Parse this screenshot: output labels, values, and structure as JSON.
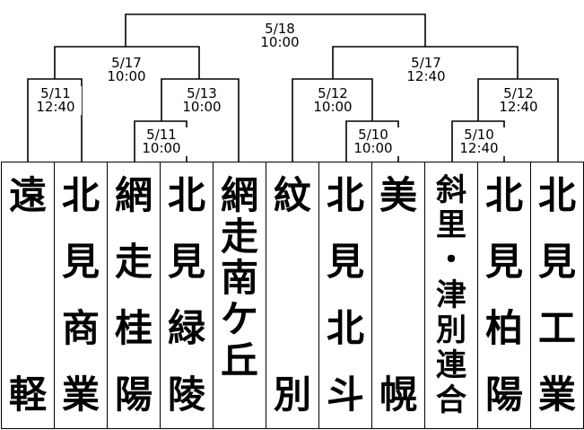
{
  "teams": [
    {
      "name": "遠軽"
    },
    {
      "name": "北見商業"
    },
    {
      "name": "網走桂陽"
    },
    {
      "name": "北見緑陵"
    },
    {
      "name": "網走南ケ丘"
    },
    {
      "name": "紋別"
    },
    {
      "name": "北見北斗"
    },
    {
      "name": "美幌"
    },
    {
      "name": "斜里・津別連合"
    },
    {
      "name": "北見柏陽"
    },
    {
      "name": "北見工業"
    }
  ],
  "matches": {
    "final": {
      "date": "5/18",
      "time": "10:00"
    },
    "semi_left": {
      "date": "5/17",
      "time": "10:00"
    },
    "semi_right": {
      "date": "5/17",
      "time": "12:40"
    },
    "qf_1": {
      "date": "5/11",
      "time": "12:40"
    },
    "qf_2": {
      "date": "5/13",
      "time": "10:00"
    },
    "r1_1": {
      "date": "5/11",
      "time": "10:00"
    },
    "qf_3": {
      "date": "5/12",
      "time": "10:00"
    },
    "r1_2": {
      "date": "5/10",
      "time": "10:00"
    },
    "qf_4": {
      "date": "5/12",
      "time": "12:40"
    },
    "r1_3": {
      "date": "5/10",
      "time": "12:40"
    }
  }
}
